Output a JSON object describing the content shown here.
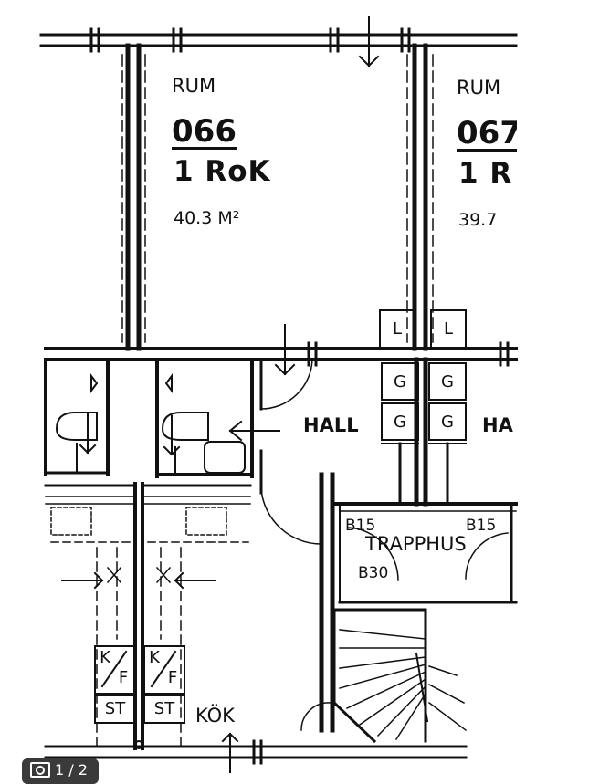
{
  "rooms": [
    {
      "prefix": "RUM",
      "number": "066",
      "type": "1 RoK",
      "area": "40.3 M²"
    },
    {
      "prefix": "RUM",
      "number": "067",
      "type": "1 R",
      "area": "39.7"
    }
  ],
  "labels": {
    "hall_left": "HALL",
    "hall_right": "HA",
    "stairwell": "TRAPPHUS",
    "fire_left": "B15",
    "fire_right": "B15",
    "fire_door": "B30",
    "kitchen": "KÖK"
  },
  "fixtures": {
    "linen": "L",
    "wardrobe": "G",
    "fridge_top": "K",
    "fridge_bottom": "F",
    "stove": "ST"
  },
  "viewer": {
    "counter": "1 / 2",
    "icon": "camera-icon"
  },
  "colors": {
    "ink": "#111111",
    "paper": "#ffffff",
    "counter_bg": "#3a3a3a"
  }
}
